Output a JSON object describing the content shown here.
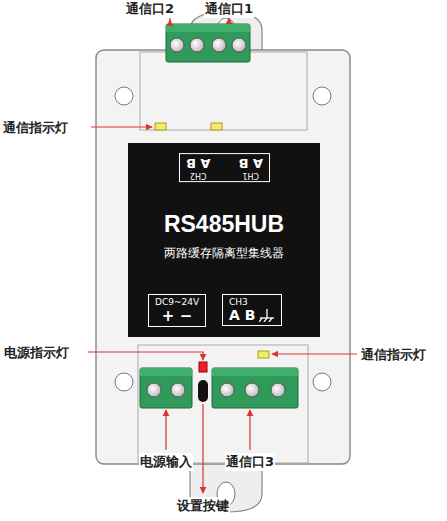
{
  "diagram": {
    "nodes": [
      {
        "text": [
          "RS485HUB",
          "两路缓存隔离型集线器"
        ]
      },
      {
        "text": [
          "CH1",
          "A B",
          "CH2",
          "A B"
        ],
        "in": 0
      },
      {
        "text": [
          "DC9~24V",
          "+ −"
        ],
        "in": 0
      },
      {
        "text": [
          "CH3",
          "A B"
        ],
        "in": 0
      }
    ],
    "labels": [
      "通信口2",
      "通信口1",
      "通信指示灯",
      "电源指示灯",
      "通信指示灯",
      "电源输入",
      "通信口3",
      "设置按键"
    ]
  }
}
